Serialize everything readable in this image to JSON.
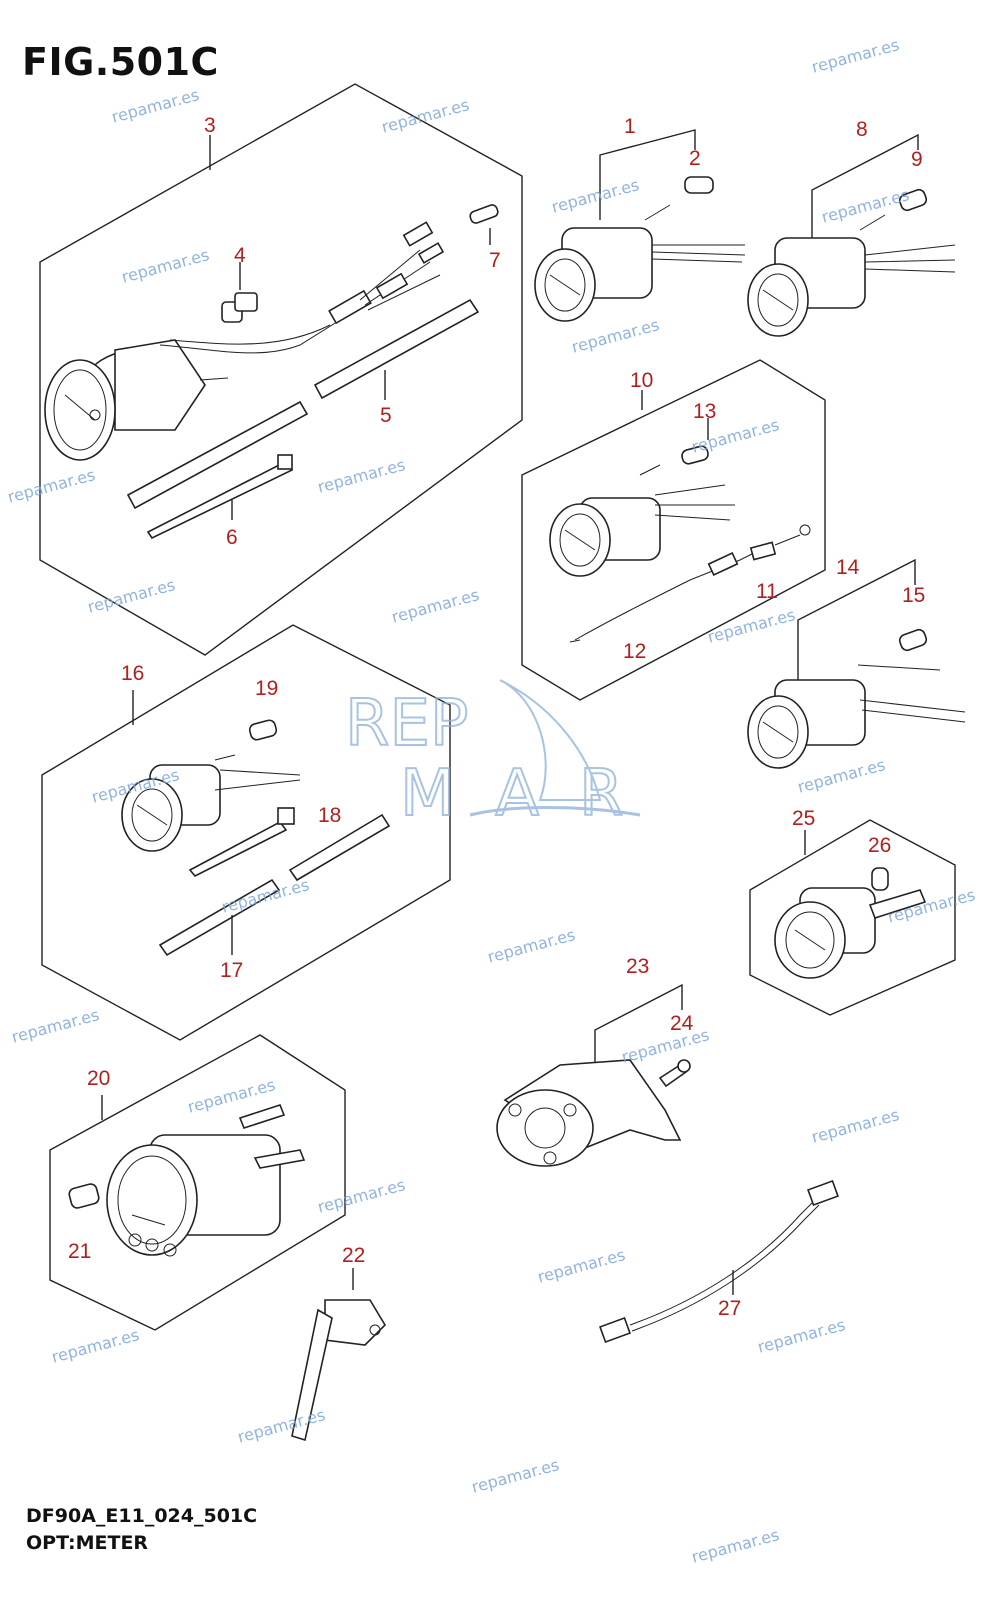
{
  "header": {
    "title": "FIG.501C"
  },
  "footer": {
    "code": "DF90A_E11_024_501C",
    "name": "OPT:METER"
  },
  "logo": {
    "line1": "REP",
    "line2": "MAR"
  },
  "watermark": "repamar.es",
  "callouts": {
    "c1": "1",
    "c2": "2",
    "c3": "3",
    "c4": "4",
    "c5": "5",
    "c6": "6",
    "c7": "7",
    "c8": "8",
    "c9": "9",
    "c10": "10",
    "c11": "11",
    "c12": "12",
    "c13": "13",
    "c14": "14",
    "c15": "15",
    "c16": "16",
    "c17": "17",
    "c18": "18",
    "c19": "19",
    "c20": "20",
    "c21": "21",
    "c22": "22",
    "c23": "23",
    "c24": "24",
    "c25": "25",
    "c26": "26",
    "c27": "27"
  },
  "colors": {
    "callout": "#b02020",
    "watermark": "#7fa6d6",
    "line": "#222222"
  }
}
